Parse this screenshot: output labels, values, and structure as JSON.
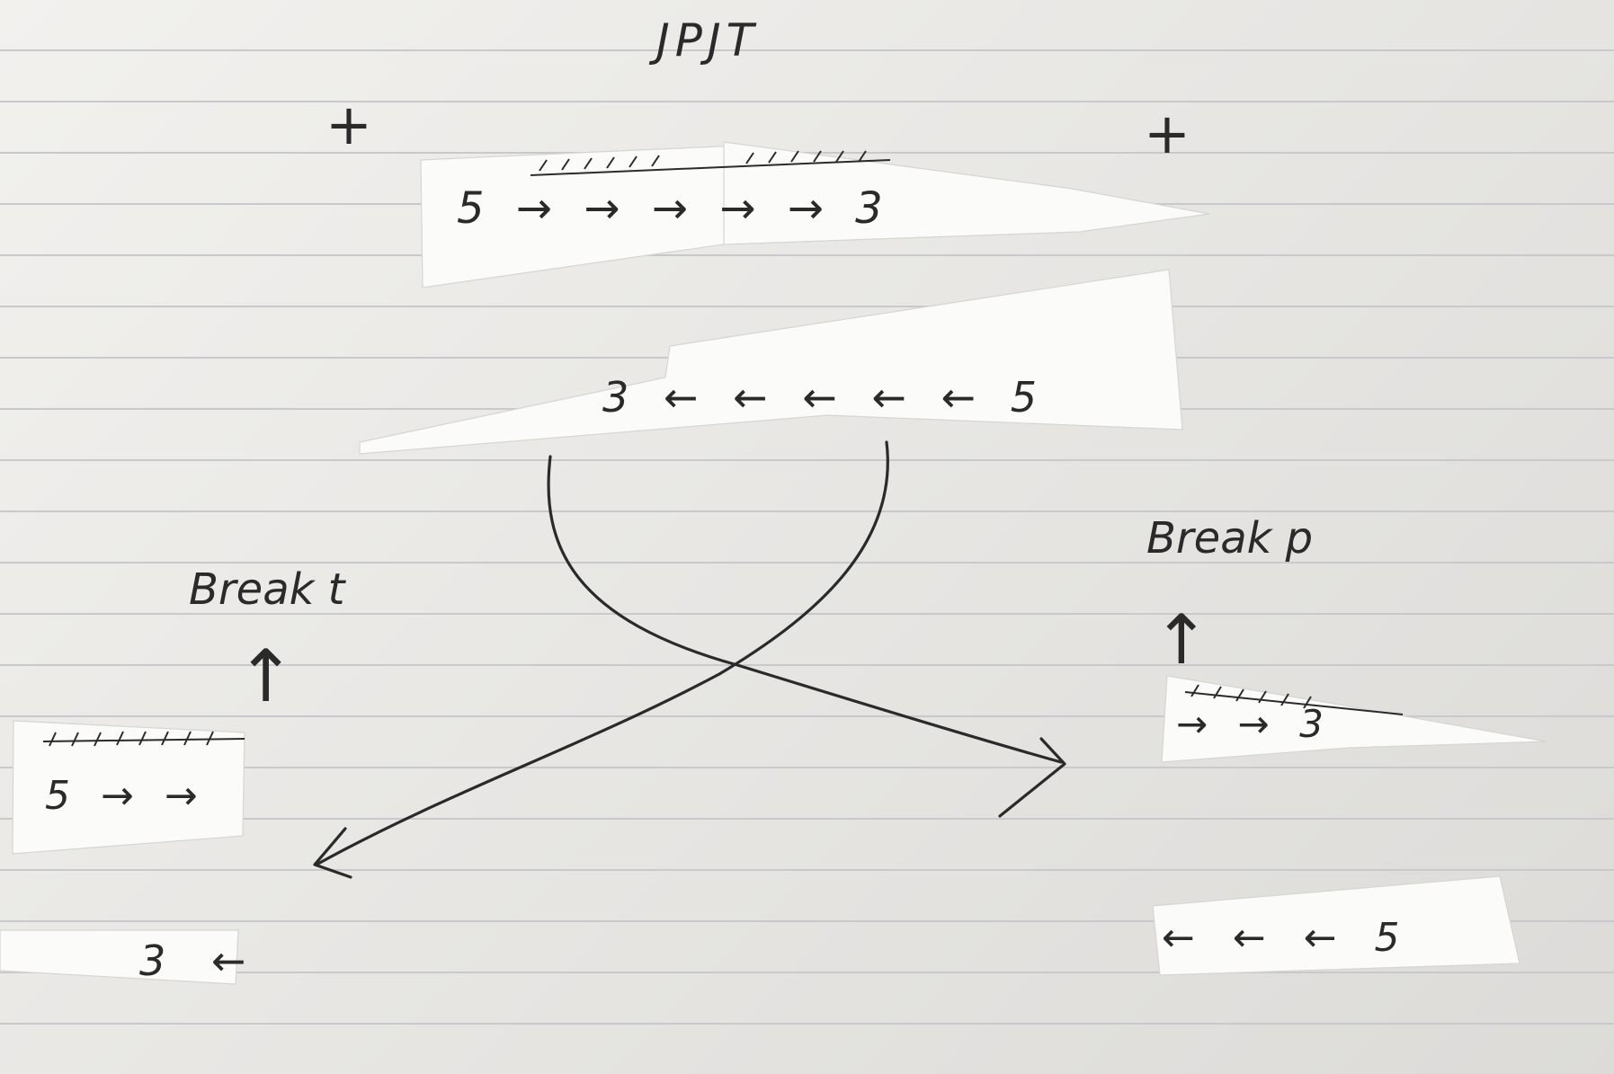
{
  "header": {
    "title": "JPJT",
    "left_mark": "+",
    "right_mark": "+"
  },
  "rows": {
    "top_forward": "5 → → → → → 3",
    "top_backward": "3 ← ← ← ← ← 5"
  },
  "labels": {
    "left_break": "Break t",
    "right_break": "Break p",
    "left_arrow": "↑",
    "right_arrow": "↑"
  },
  "pieces": {
    "left_forward": "5 → →",
    "left_backward": "3 ←",
    "right_forward": "→ → 3",
    "right_backward": "← ← ← 5"
  },
  "colors": {
    "ink": "#2a2a2a",
    "paper": "#f2f1ee",
    "rule": "#c9c9cc",
    "strip": "#fbfbfa"
  }
}
